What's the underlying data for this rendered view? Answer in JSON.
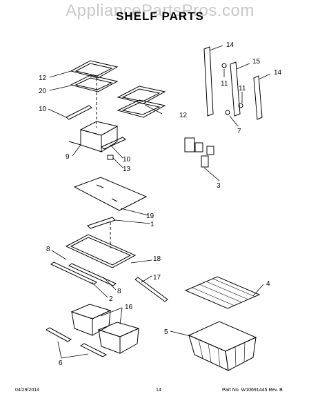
{
  "watermark": "AppliancePartsPros.com",
  "title": "SHELF PARTS",
  "callouts": {
    "c1": "1",
    "c2": "2",
    "c3": "3",
    "c4": "4",
    "c5": "5",
    "c6": "6",
    "c7": "7",
    "c8a": "8",
    "c8b": "8",
    "c9": "9",
    "c10a": "10",
    "c10b": "10",
    "c11a": "11",
    "c11b": "11",
    "c12a": "12",
    "c12b": "12",
    "c13": "13",
    "c14a": "14",
    "c14b": "14",
    "c15": "15",
    "c16": "16",
    "c17": "17",
    "c18": "18",
    "c19": "19",
    "c20": "20"
  },
  "footer": {
    "date": "04/29/2014",
    "page": "14",
    "part": "Part No. W10691445  Rev. B"
  }
}
